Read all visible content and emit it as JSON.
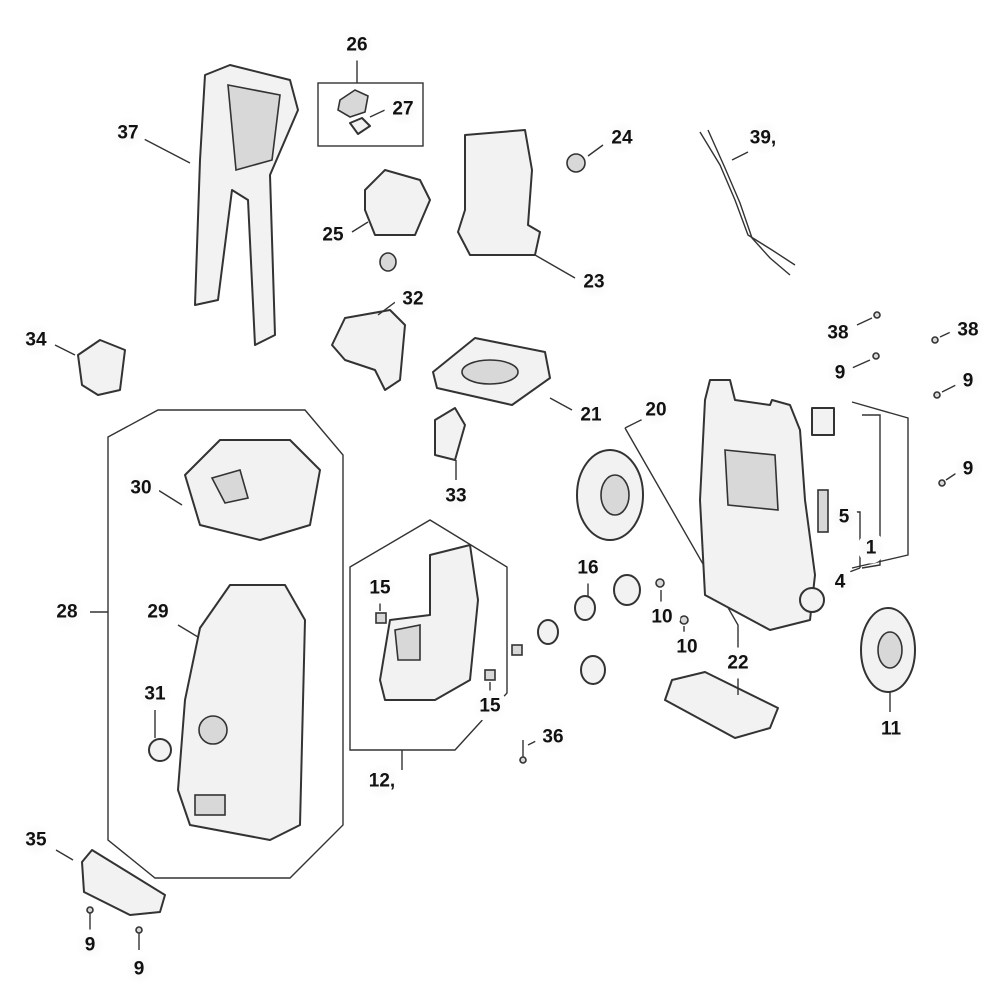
{
  "diagram": {
    "type": "exploded parts diagram",
    "subject": "pressure washer housing and pump assembly",
    "callouts": [
      {
        "id": "c26",
        "text": "26"
      },
      {
        "id": "c27",
        "text": "27"
      },
      {
        "id": "c37",
        "text": "37"
      },
      {
        "id": "c24",
        "text": "24"
      },
      {
        "id": "c39",
        "text": "39,"
      },
      {
        "id": "c25",
        "text": "25"
      },
      {
        "id": "c23",
        "text": "23"
      },
      {
        "id": "c32",
        "text": "32"
      },
      {
        "id": "c34",
        "text": "34"
      },
      {
        "id": "c38a",
        "text": "38"
      },
      {
        "id": "c38b",
        "text": "38"
      },
      {
        "id": "c9a",
        "text": "9"
      },
      {
        "id": "c9b",
        "text": "9"
      },
      {
        "id": "c21",
        "text": "21"
      },
      {
        "id": "c20",
        "text": "20"
      },
      {
        "id": "c9c",
        "text": "9"
      },
      {
        "id": "c30",
        "text": "30"
      },
      {
        "id": "c33",
        "text": "33"
      },
      {
        "id": "c5",
        "text": "5"
      },
      {
        "id": "c1",
        "text": "1"
      },
      {
        "id": "c4",
        "text": "4"
      },
      {
        "id": "c16",
        "text": "16"
      },
      {
        "id": "c15a",
        "text": "15"
      },
      {
        "id": "c28",
        "text": "28"
      },
      {
        "id": "c29",
        "text": "29"
      },
      {
        "id": "c10a",
        "text": "10"
      },
      {
        "id": "c10b",
        "text": "10"
      },
      {
        "id": "c22",
        "text": "22"
      },
      {
        "id": "c11",
        "text": "11"
      },
      {
        "id": "c15b",
        "text": "15"
      },
      {
        "id": "c31",
        "text": "31"
      },
      {
        "id": "c36",
        "text": "36"
      },
      {
        "id": "c12",
        "text": "12,"
      },
      {
        "id": "c35",
        "text": "35"
      },
      {
        "id": "c9d",
        "text": "9"
      },
      {
        "id": "c9e",
        "text": "9"
      }
    ]
  }
}
